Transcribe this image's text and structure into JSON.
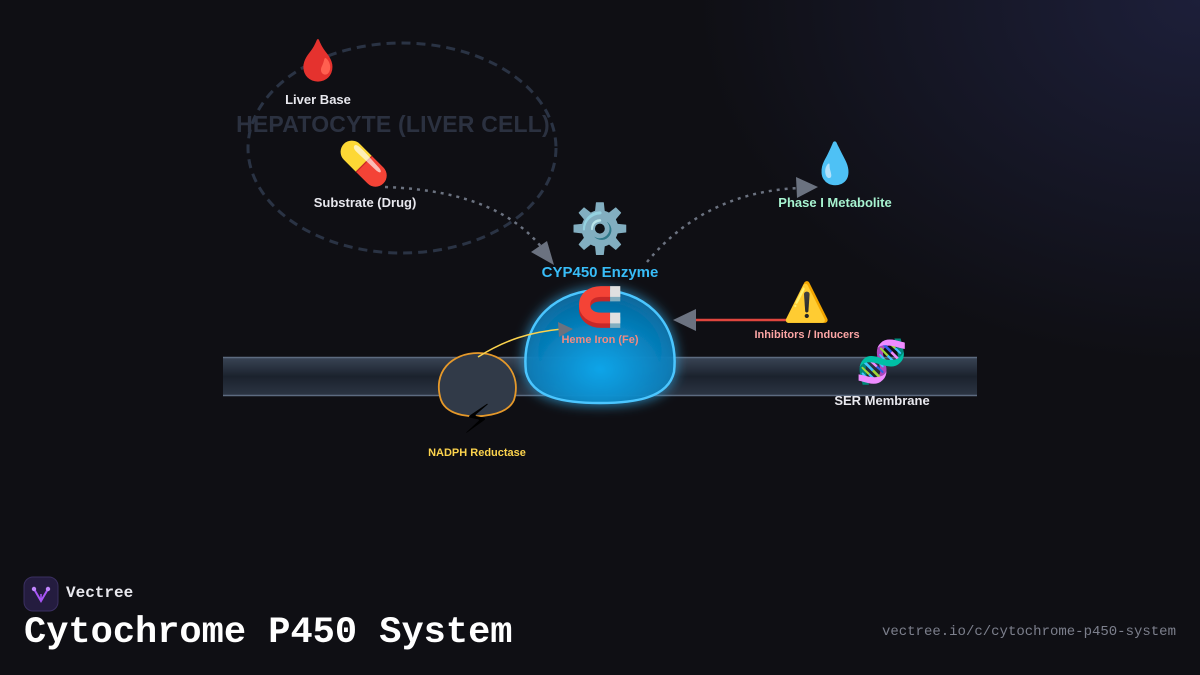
{
  "diagram": {
    "cell_label": "HEPATOCYTE (LIVER CELL)",
    "nodes": {
      "liver_base": {
        "label": "Liver Base",
        "icon": "blood-drop-icon",
        "glyph": "🩸",
        "color": "#e8e8ee"
      },
      "substrate": {
        "label": "Substrate (Drug)",
        "icon": "pill-icon",
        "glyph": "💊",
        "color": "#e8e8ee"
      },
      "enzyme": {
        "label": "CYP450 Enzyme",
        "icon": "gear-icon",
        "glyph": "⚙️",
        "color": "#38bdf8"
      },
      "metabolite": {
        "label": "Phase I Metabolite",
        "icon": "water-drop-icon",
        "glyph": "💧",
        "color": "#a7f3d0"
      },
      "heme": {
        "label": "Heme Iron (Fe)",
        "icon": "magnet-icon",
        "glyph": "🧲",
        "color": "#f28b82"
      },
      "inhibitors": {
        "label": "Inhibitors / Inducers",
        "icon": "warning-icon",
        "glyph": "⚠️",
        "color": "#fca5a5"
      },
      "membrane": {
        "label": "SER Membrane",
        "icon": "dna-icon",
        "glyph": "🧬",
        "color": "#e8e8ee"
      },
      "reductase": {
        "label": "NADPH Reductase",
        "icon": "lightning-icon",
        "glyph": "⚡",
        "color": "#fcd34d"
      }
    },
    "colors": {
      "enzyme_accent": "#38bdf8",
      "reductase_accent": "#f59e0b",
      "inhibitor_line": "#e0463e",
      "flow_arrow": "#6b7280"
    }
  },
  "footer": {
    "brand": "Vectree",
    "title": "Cytochrome P450 System",
    "url": "vectree.io/c/cytochrome-p450-system"
  }
}
